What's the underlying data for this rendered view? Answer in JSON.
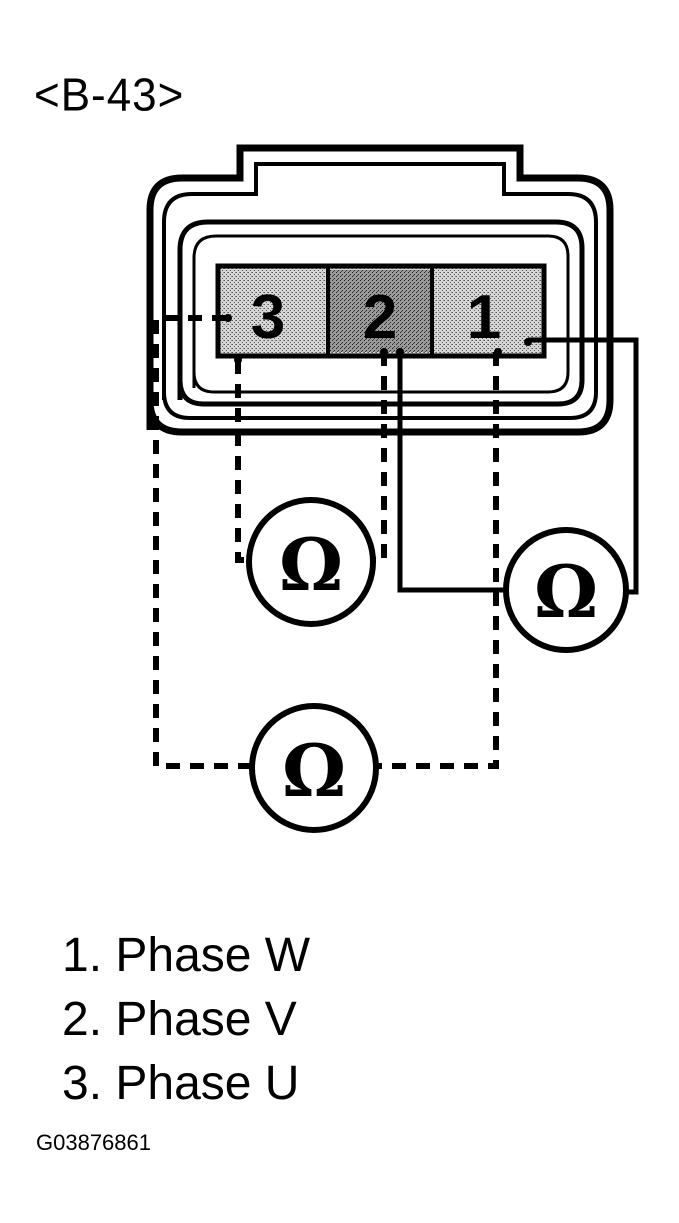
{
  "connector_id": "<B-43>",
  "terminals": [
    {
      "label": "3"
    },
    {
      "label": "2"
    },
    {
      "label": "1"
    }
  ],
  "meters": [
    {
      "symbol": "Ω"
    },
    {
      "symbol": "Ω"
    },
    {
      "symbol": "Ω"
    }
  ],
  "legend": [
    {
      "text": "1. Phase W"
    },
    {
      "text": "2. Phase V"
    },
    {
      "text": "3. Phase U"
    }
  ],
  "figure_code": "G03876861"
}
